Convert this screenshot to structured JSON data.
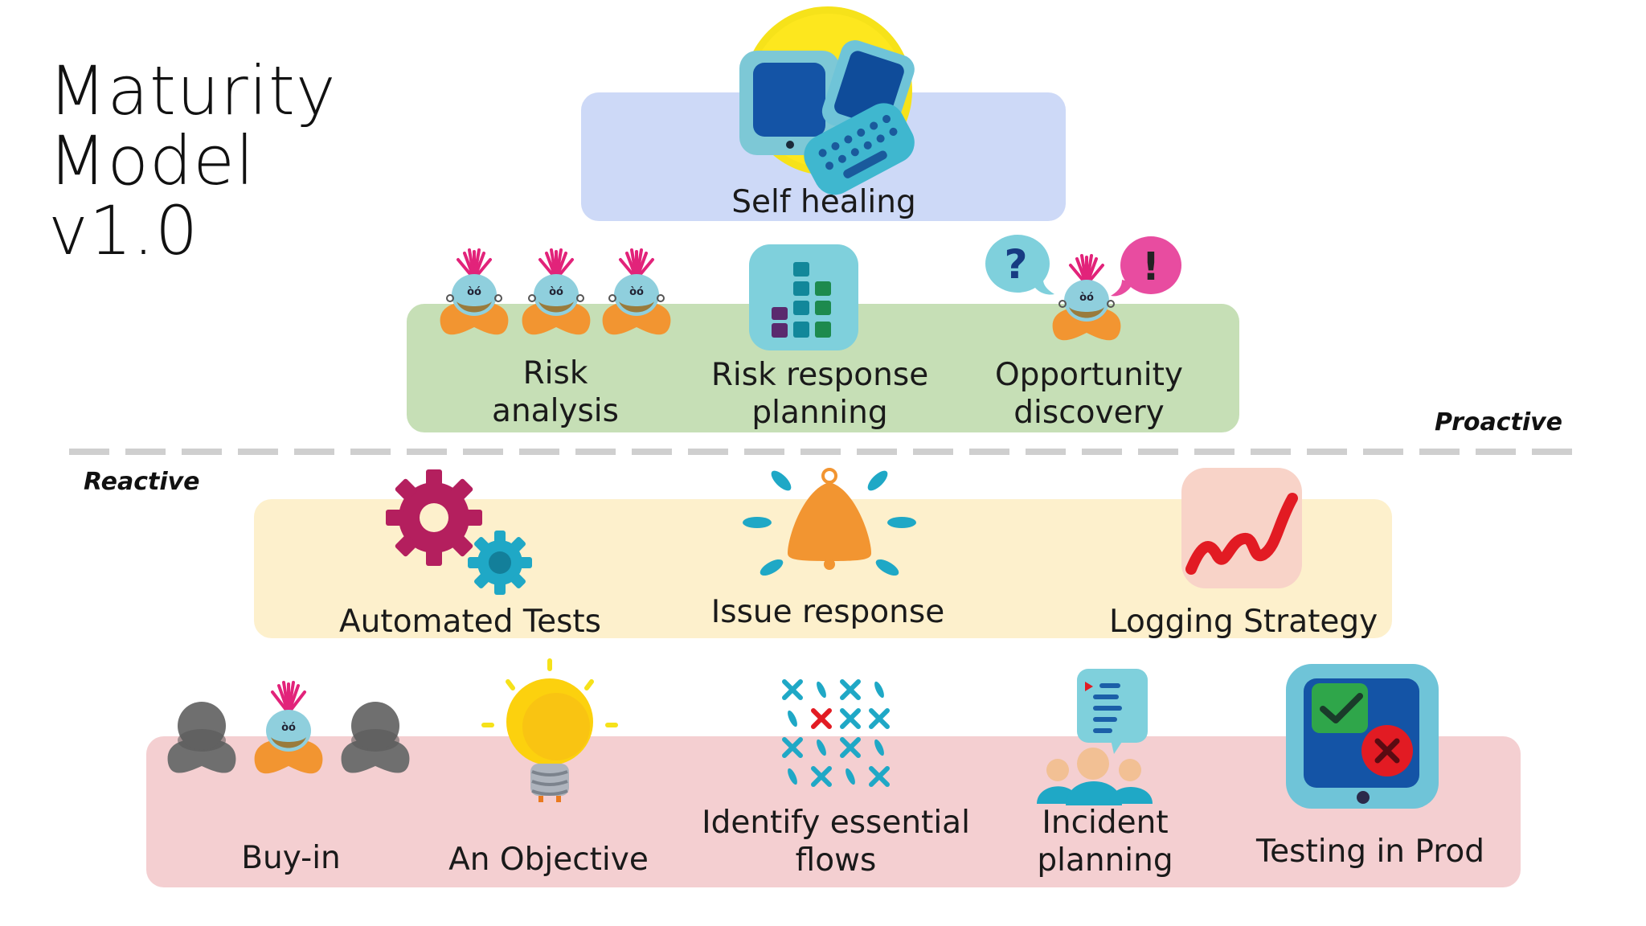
{
  "title": {
    "line1": "Maturity",
    "line2": "Model",
    "line3": "v1.0"
  },
  "zones": {
    "proactive": "Proactive",
    "reactive": "Reactive"
  },
  "tiers": {
    "top": {
      "self_healing": "Self healing"
    },
    "proactive": {
      "risk_analysis": [
        "Risk",
        "analysis"
      ],
      "risk_response": [
        "Risk response",
        "planning"
      ],
      "opportunity": [
        "Opportunity",
        "discovery"
      ]
    },
    "reactive": {
      "automated_tests": "Automated Tests",
      "issue_response": "Issue response",
      "logging_strategy": "Logging Strategy"
    },
    "base": {
      "buy_in": "Buy-in",
      "objective": "An Objective",
      "essential_flows": [
        "Identify essential",
        "flows"
      ],
      "incident_planning": [
        "Incident",
        "planning"
      ],
      "testing_in_prod": "Testing in Prod"
    }
  },
  "colors": {
    "top_band": "#cdd9f7",
    "proactive_band": "#c6dfb6",
    "reactive_band": "#fdf0cc",
    "base_band": "#f4cfd1",
    "divider": "#cfcfcf"
  },
  "icons": [
    "devices-icon",
    "creature-icon",
    "bar-chart-icon",
    "question-bubble-icon",
    "exclamation-bubble-icon",
    "gears-icon",
    "bell-icon",
    "trend-line-icon",
    "people-icon",
    "lightbulb-icon",
    "cross-grid-icon",
    "chat-people-icon",
    "tablet-check-icon"
  ]
}
